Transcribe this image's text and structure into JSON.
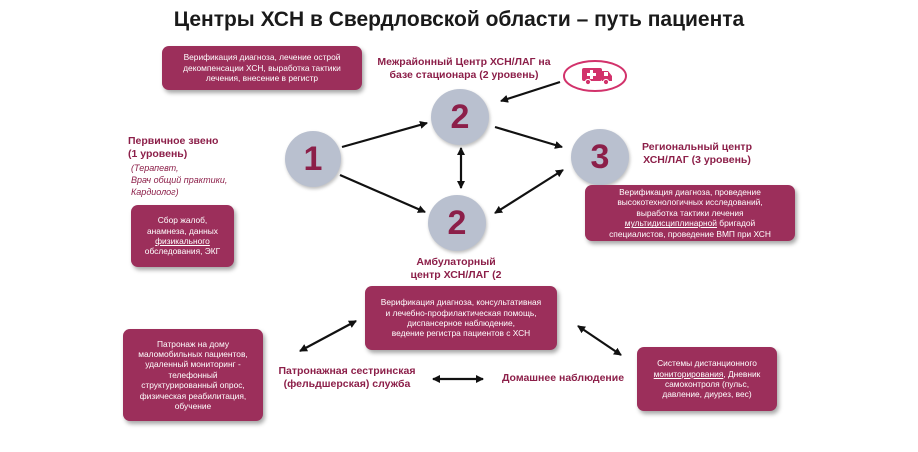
{
  "title": "Центры ХСН в Свердловской области – путь пациента",
  "level1": {
    "number": "1",
    "heading_line1": "Первичное звено",
    "heading_line2": "(1 уровень)",
    "roles_line1": "(Терапевт,",
    "roles_line2": "Врач общий практики,",
    "roles_line3": "Кардиолог)",
    "box_line1": "Сбор жалоб,",
    "box_line2": "анамнеза, данных",
    "box_line3": "физикального",
    "box_line4": "обследования, ЭКГ"
  },
  "interregional": {
    "number": "2",
    "heading_line1": "Межрайонный Центр ХСН/ЛАГ на",
    "heading_line2": "базе стационара (2 уровень)",
    "box_line1": "Верификация диагноза, лечение острой",
    "box_line2": "декомпенсации ХСН, выработка тактики",
    "box_line3": "лечения, внесение в регистр"
  },
  "regional": {
    "number": "3",
    "heading_line1": "Региональный центр",
    "heading_line2": "ХСН/ЛАГ (3 уровень)",
    "box_line1": "Верификация диагноза, проведение",
    "box_line2": "высокотехнологичных исследований,",
    "box_line3": "выработка тактики лечения",
    "box_line4_u": "мультидисциплинарной",
    "box_line4_rest": " бригадой",
    "box_line5": "специалистов, проведение ВМП при ХСН"
  },
  "outpatient": {
    "number": "2",
    "heading_line1": "Амбулаторный",
    "heading_line2": "центр ХСН/ЛАГ (2",
    "box_line1": "Верификация диагноза, консультативная",
    "box_line2": "и лечебно-профилактическая помощь,",
    "box_line3": "диспансерное наблюдение,",
    "box_line4": "ведение регистра пациентов с ХСН"
  },
  "nursing": {
    "heading_line1": "Патронажная сестринская",
    "heading_line2": "(фельдшерская) служба",
    "box_line1": "Патронаж на дому",
    "box_line2": "маломобильных пациентов,",
    "box_line3": "удаленный мониторинг -",
    "box_line4": "телефонный",
    "box_line5": "структурированный опрос,",
    "box_line6": "физическая реабилитация,",
    "box_line7": "обучение"
  },
  "home": {
    "heading": "Домашнее наблюдение",
    "box_line1": "Системы дистанционного",
    "box_line2_u": "мониторирования",
    "box_line2_rest": ", Дневник",
    "box_line3": "самоконтроля (пульс,",
    "box_line4": "давление, диурез, вес)"
  },
  "icons": {
    "ambulance": "ambulance-icon"
  },
  "colors": {
    "box": "#9c2f5b",
    "heading": "#8c1f49",
    "circle": "#b9c0cf",
    "ambulance": "#d2326b"
  }
}
